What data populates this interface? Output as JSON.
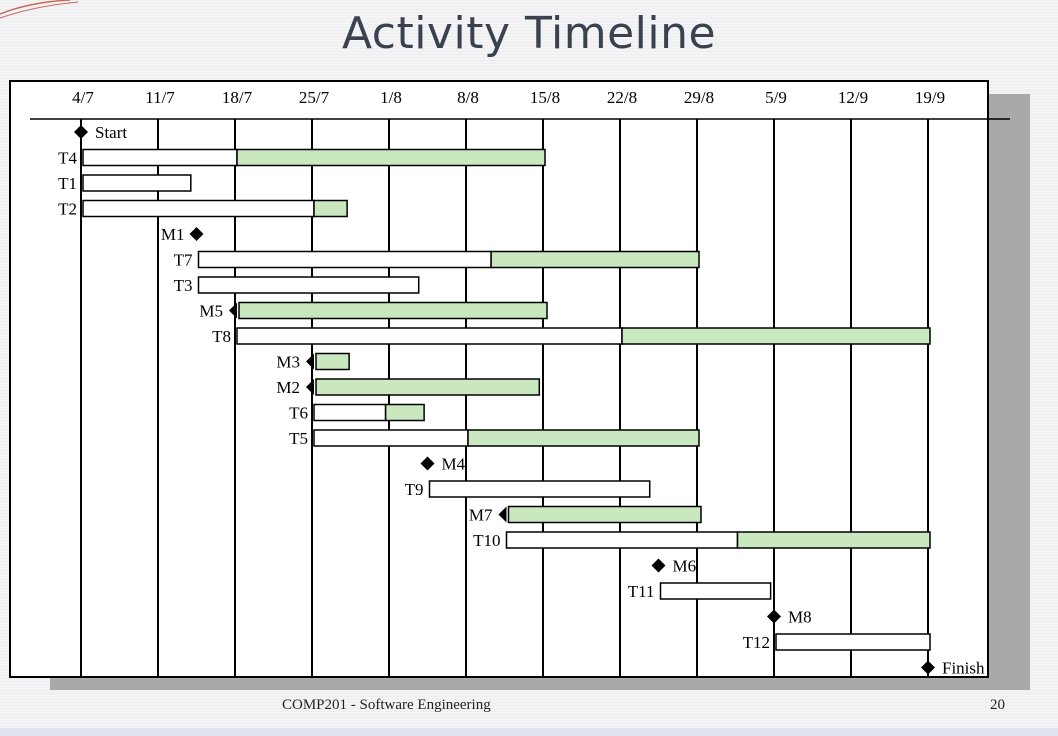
{
  "slide": {
    "title": "Activity Timeline",
    "footer": "COMP201 - Software Engineering",
    "page_number": "20"
  },
  "colors": {
    "slack_fill": "#c9e8bf",
    "bar_fill": "#ffffff",
    "line": "#000000",
    "shadow": "#a9a9a9"
  },
  "timeline": {
    "dates": [
      "4/7",
      "11/7",
      "18/7",
      "25/7",
      "1/8",
      "8/8",
      "15/8",
      "22/8",
      "29/8",
      "5/9",
      "12/9",
      "19/9"
    ],
    "rows": [
      {
        "label": "Start",
        "kind": "milestone",
        "at": 0,
        "side": "right"
      },
      {
        "label": "T4",
        "kind": "task",
        "start": 0,
        "duration": 2,
        "slack": 4
      },
      {
        "label": "T1",
        "kind": "task",
        "start": 0,
        "duration": 1.4,
        "slack": 0
      },
      {
        "label": "T2",
        "kind": "task",
        "start": 0,
        "duration": 3,
        "slack": 0.43
      },
      {
        "label": "M1",
        "kind": "milestone",
        "at": 1.5,
        "side": "left"
      },
      {
        "label": "T7",
        "kind": "task",
        "start": 1.5,
        "duration": 3.8,
        "slack": 2.7
      },
      {
        "label": "T3",
        "kind": "task",
        "start": 1.5,
        "duration": 2.86,
        "slack": 0
      },
      {
        "label": "M5",
        "kind": "milestone",
        "at": 2,
        "side": "left",
        "slack": 4
      },
      {
        "label": "T8",
        "kind": "task",
        "start": 2,
        "duration": 5,
        "slack": 4
      },
      {
        "label": "M3",
        "kind": "milestone",
        "at": 3,
        "side": "left",
        "slack": 0.43
      },
      {
        "label": "M2",
        "kind": "milestone",
        "at": 3,
        "side": "left",
        "slack": 2.9
      },
      {
        "label": "T6",
        "kind": "task",
        "start": 3,
        "duration": 0.93,
        "slack": 0.5
      },
      {
        "label": "T5",
        "kind": "task",
        "start": 3,
        "duration": 2,
        "slack": 3
      },
      {
        "label": "M4",
        "kind": "milestone",
        "at": 4.5,
        "side": "right"
      },
      {
        "label": "T9",
        "kind": "task",
        "start": 4.5,
        "duration": 2.86,
        "slack": 0
      },
      {
        "label": "M7",
        "kind": "milestone",
        "at": 5.5,
        "side": "left",
        "slack": 2.5
      },
      {
        "label": "T10",
        "kind": "task",
        "start": 5.5,
        "duration": 3,
        "slack": 2.5
      },
      {
        "label": "M6",
        "kind": "milestone",
        "at": 7.5,
        "side": "right"
      },
      {
        "label": "T11",
        "kind": "task",
        "start": 7.5,
        "duration": 1.43,
        "slack": 0
      },
      {
        "label": "M8",
        "kind": "milestone",
        "at": 9,
        "side": "right"
      },
      {
        "label": "T12",
        "kind": "task",
        "start": 9,
        "duration": 2,
        "slack": 0
      },
      {
        "label": "Finish",
        "kind": "milestone",
        "at": 11,
        "side": "right"
      }
    ]
  }
}
